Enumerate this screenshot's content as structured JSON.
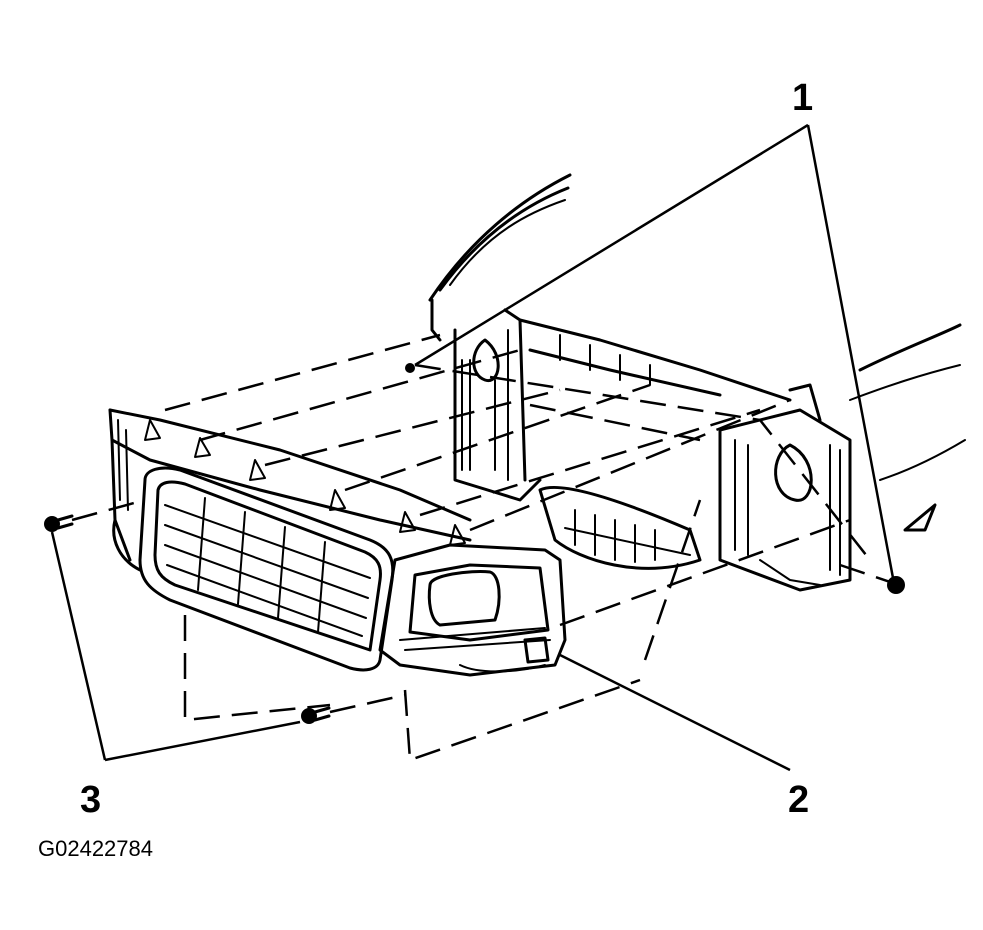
{
  "callouts": {
    "one": "1",
    "two": "2",
    "three": "3"
  },
  "figure_id": "G02422784",
  "colors": {
    "line": "#000000",
    "background": "#ffffff"
  }
}
